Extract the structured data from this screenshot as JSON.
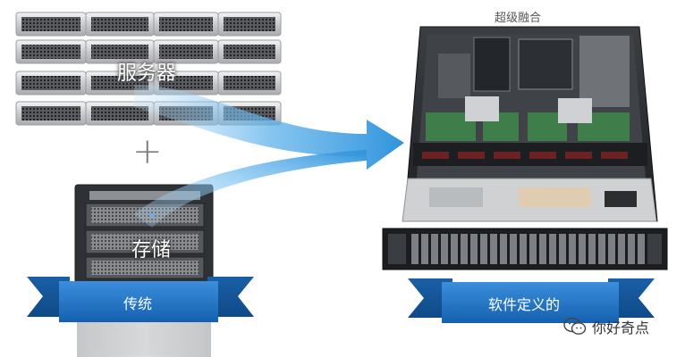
{
  "labels": {
    "servers": "服务器",
    "plus": "+",
    "storage": "存储",
    "traditional": "传统",
    "converged": "超级融合",
    "software_defined": "软件定义的"
  },
  "watermark": {
    "icon": "wechat-icon",
    "text": "你好奇点"
  },
  "colors": {
    "ribbon_blue": "#1d73c4",
    "arrow_blue": "#3c9ee0",
    "server_silver": "#d9dadc",
    "chassis_dark": "#2b2d30"
  }
}
